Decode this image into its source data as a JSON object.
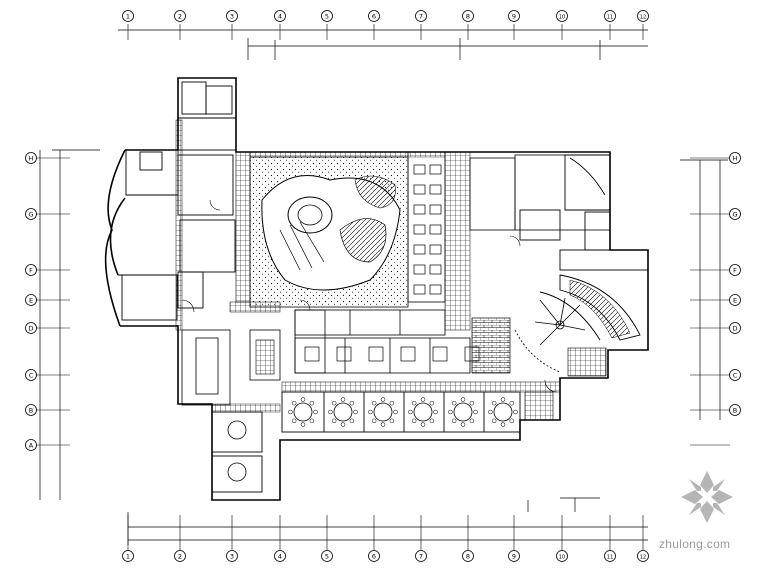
{
  "grid": {
    "columns": [
      "1",
      "2",
      "3",
      "4",
      "5",
      "6",
      "7",
      "8",
      "9",
      "10",
      "11",
      "12"
    ],
    "rows": [
      "H",
      "G",
      "F",
      "E",
      "D",
      "C",
      "B",
      "A"
    ]
  },
  "watermark": {
    "text": "zhulong.com",
    "color": "#9a9a9a"
  },
  "colors": {
    "line": "#000000",
    "background": "#ffffff",
    "watermark_logo": "#b5b5b5"
  }
}
